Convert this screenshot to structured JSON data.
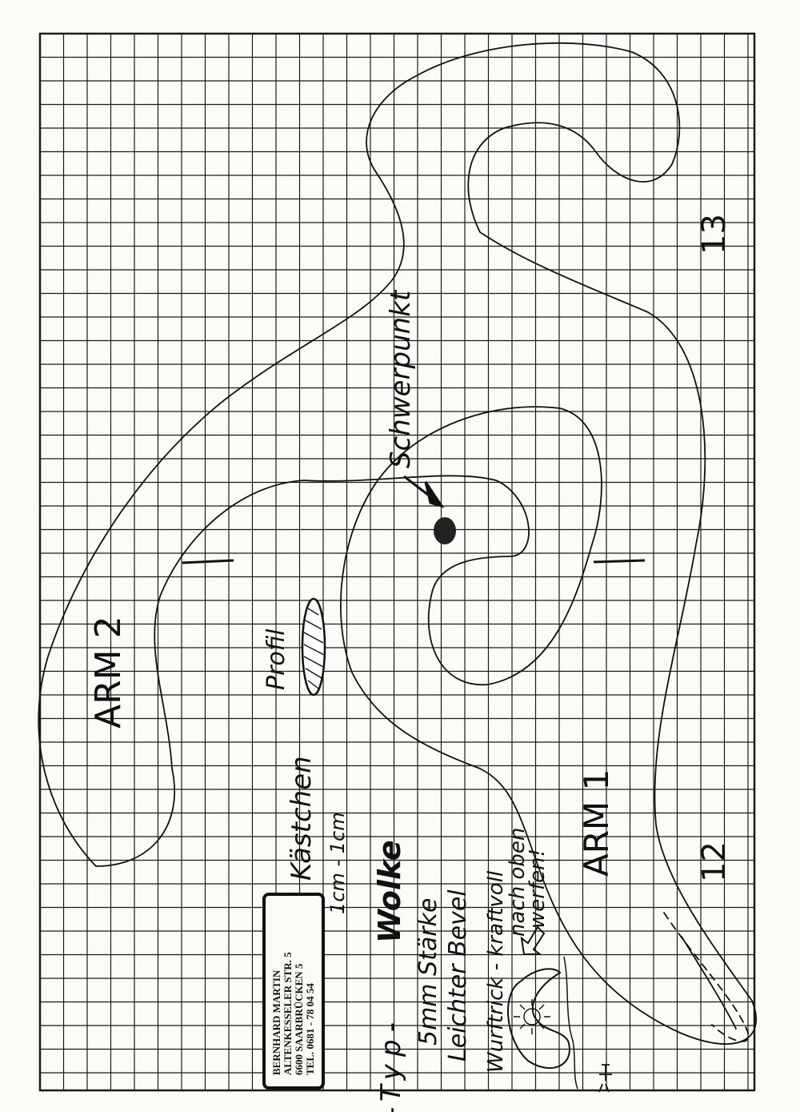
{
  "sheet": {
    "colors": {
      "ink": "#111111",
      "paper": "#fbfbf8",
      "grid": "#1a1a1a"
    }
  },
  "labels": {
    "arm1": "ARM 1",
    "arm2": "ARM 2",
    "schwerpunkt": "Schwerpunkt",
    "profil": "Profil",
    "kaestchen": "Kästchen",
    "scale": "1cm - 1cm",
    "typ_prefix": "-Typ-",
    "typ_name": "Wolke",
    "staerke": "5mm Stärke",
    "bevel": "Leichter Bevel",
    "wurf_line1": "Wurftrick - kraftvoll",
    "wurf_line2": "nach oben",
    "wurf_line3": "werfen!",
    "grid_num_12": "12",
    "grid_num_13": "13"
  },
  "stamp": {
    "line1": "BERNHARD MARTIN",
    "line2": "ALTENKESSELER STR. 5",
    "line3": "6600 SAARBRÜCKEN 5",
    "line4": "TEL. 0681 - 78 04 54"
  }
}
